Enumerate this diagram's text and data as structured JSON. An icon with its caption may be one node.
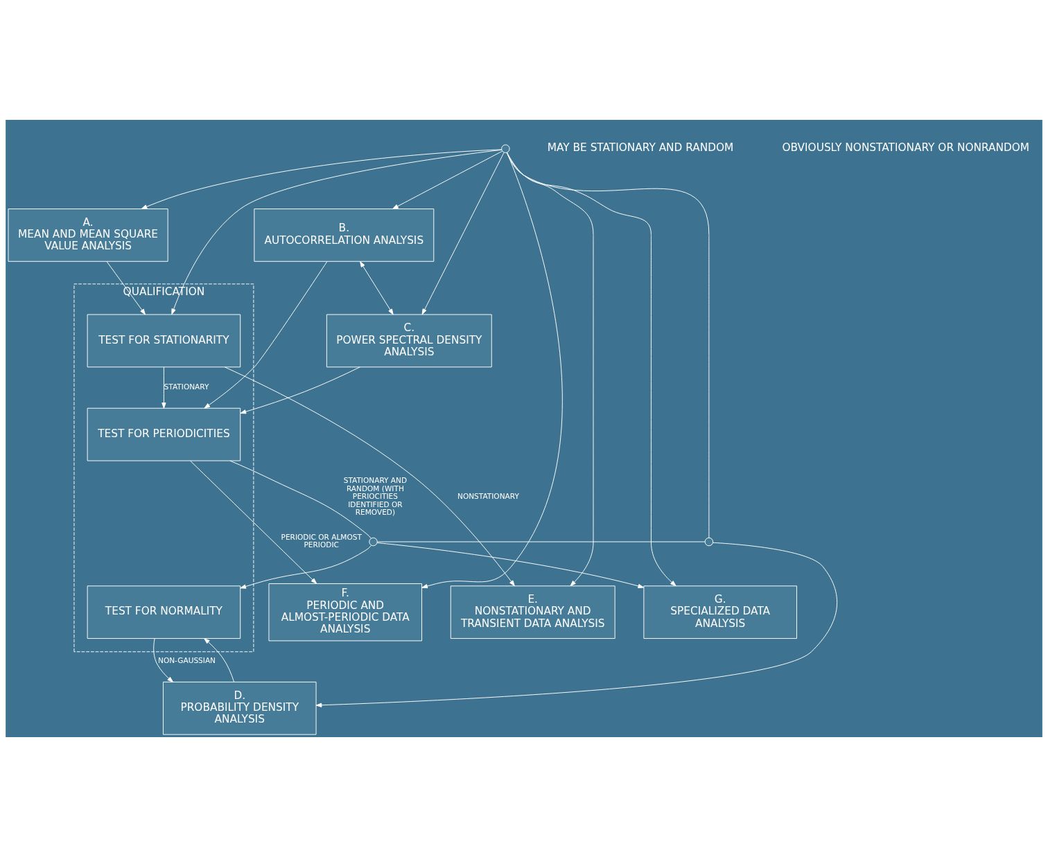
{
  "diagram": {
    "nodes": [
      {
        "text": [
          "QUALIFICATION"
        ]
      },
      {
        "text": [
          "A.",
          "MEAN AND MEAN SQUARE VALUE ANALYSIS"
        ]
      },
      {
        "text": [
          "TEST FOR STATIONARITY"
        ],
        "in": 0
      },
      {
        "text": [
          "E.",
          "NONSTATIONARY AND TRANSIENT DATA ANALYSIS"
        ]
      },
      {
        "text": [
          "B.",
          "AUTOCORRELATION ANALYSIS"
        ]
      },
      {
        "text": [
          "TEST FOR PERIODICITIES"
        ],
        "in": 0
      },
      {
        "text": [
          "F.",
          "PERIODIC AND ALMOST-PERIODIC DATA ANALYSIS"
        ]
      },
      {
        "text": [
          "C.",
          "POWER SPECTRAL DENSITY ANALYSIS"
        ]
      },
      {
        "text": [
          "D.",
          "PROBABILITY DENSITY ANALYSIS"
        ]
      },
      {
        "text": [
          "TEST FOR NORMALITY"
        ],
        "in": 0
      },
      {
        "text": [
          "G.",
          "SPECIALIZED DATA ANALYSIS"
        ]
      },
      {
        "text": [],
        "shape": "circle"
      },
      {
        "text": [],
        "shape": "circle"
      },
      {
        "text": [],
        "shape": "circle"
      }
    ],
    "edges": [
      {
        "from": 11,
        "to": 1,
        "arrow": "to"
      },
      {
        "from": 11,
        "to": 4,
        "arrow": "to"
      },
      {
        "from": 11,
        "to": 7,
        "arrow": "to"
      },
      {
        "from": 11,
        "to": 12,
        "arrow": "none"
      },
      {
        "from": 12,
        "to": 8,
        "arrow": "to"
      },
      {
        "from": 11,
        "to": 2,
        "arrow": "to"
      },
      {
        "from": 11,
        "to": 3,
        "arrow": "to"
      },
      {
        "from": 11,
        "to": 6,
        "arrow": "to"
      },
      {
        "from": 11,
        "to": 10,
        "arrow": "to"
      },
      {
        "from": 1,
        "to": 2,
        "arrow": "to"
      },
      {
        "from": 2,
        "to": 3,
        "arrow": "to",
        "label": "NONSTATIONARY"
      },
      {
        "from": 2,
        "to": 5,
        "arrow": "to",
        "label": "STATIONARY"
      },
      {
        "from": 4,
        "to": 5,
        "arrow": "to"
      },
      {
        "from": 7,
        "to": 5,
        "arrow": "to"
      },
      {
        "from": 4,
        "to": 7,
        "arrow": "both"
      },
      {
        "from": 5,
        "to": 6,
        "arrow": "to",
        "label": "PERIODIC OR ALMOST PERIODIC"
      },
      {
        "from": 5,
        "to": 13,
        "arrow": "none",
        "label": "STATIONARY AND RANDOM (WITH PERIOCITIES IDENTIFIED OR REMOVED)"
      },
      {
        "from": 13,
        "to": 9,
        "arrow": "to"
      },
      {
        "from": 13,
        "to": 10,
        "arrow": "to"
      },
      {
        "from": 13,
        "to": 12,
        "arrow": "none"
      },
      {
        "from": 8,
        "to": 9,
        "arrow": "to"
      },
      {
        "from": 9,
        "to": 8,
        "arrow": "to",
        "label": "NON-GAUSSIAN"
      }
    ],
    "labels": [
      "MAY BE STATIONARY AND RANDOM",
      "OBVIOUSLY NONSTATIONARY OR NONRANDOM"
    ]
  }
}
